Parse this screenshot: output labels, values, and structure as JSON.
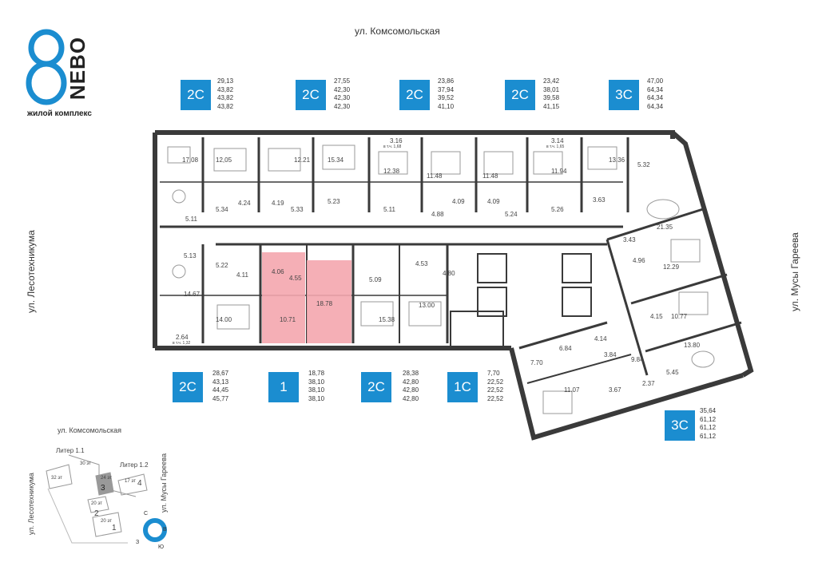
{
  "brand": {
    "logo_number": "8",
    "logo_name": "NEBO",
    "subtitle": "жилой комплекс"
  },
  "streets": {
    "top": "ул. Комсомольская",
    "left": "ул. Лесотехникума",
    "right": "ул. Мусы Гареева"
  },
  "apartments_top": [
    {
      "type": "2С",
      "areas": [
        "29,13",
        "43,82",
        "43,82",
        "43,82"
      ]
    },
    {
      "type": "2С",
      "areas": [
        "27,55",
        "42,30",
        "42,30",
        "42,30"
      ]
    },
    {
      "type": "2С",
      "areas": [
        "23,86",
        "37,94",
        "39,52",
        "41,10"
      ]
    },
    {
      "type": "2С",
      "areas": [
        "23,42",
        "38,01",
        "39,58",
        "41,15"
      ]
    },
    {
      "type": "3С",
      "areas": [
        "47,00",
        "64,34",
        "64,34",
        "64,34"
      ]
    }
  ],
  "apartments_bottom": [
    {
      "type": "2С",
      "areas": [
        "28,67",
        "43,13",
        "44,45",
        "45,77"
      ]
    },
    {
      "type": "1",
      "areas": [
        "18,78",
        "38,10",
        "38,10",
        "38,10"
      ]
    },
    {
      "type": "2С",
      "areas": [
        "28,38",
        "42,80",
        "42,80",
        "42,80"
      ]
    },
    {
      "type": "1С",
      "areas": [
        "7,70",
        "22,52",
        "22,52",
        "22,52"
      ]
    }
  ],
  "apartment_right": {
    "type": "3С",
    "areas": [
      "35,64",
      "61,12",
      "61,12",
      "61,12"
    ]
  },
  "room_labels": {
    "r1": "17.08",
    "r2": "12,05",
    "r3": "12.21",
    "r4": "15.34",
    "r5": "3.16",
    "r5b": "в т.ч. 1,68",
    "r6": "12.38",
    "r7": "11.48",
    "r8": "11.48",
    "r9": "3.14",
    "r9b": "в т.ч. 1,65",
    "r10": "11.94",
    "r11": "13.36",
    "r12": "5.32",
    "r13": "4.24",
    "r14": "4.19",
    "r15": "5.23",
    "r16": "5.11",
    "r17": "5.34",
    "r18": "5.33",
    "r19": "5.11",
    "r20": "4.88",
    "r21": "4.09",
    "r22": "4.09",
    "r23": "5.24",
    "r24": "5.26",
    "r25": "3.63",
    "r26": "21.35",
    "r27": "3.43",
    "r28": "5.13",
    "r29": "5.22",
    "r30": "4.06",
    "r31": "4.55",
    "r32": "4.11",
    "r33": "14.67",
    "r34": "14.00",
    "r35": "10.71",
    "r36": "18.78",
    "r37": "5.09",
    "r38": "4.53",
    "r39": "4.80",
    "r40": "15.38",
    "r41": "13.00",
    "r42": "2.64",
    "r42b": "в т.ч. 1,32",
    "r43": "4.96",
    "r44": "12.29",
    "r45": "4.15",
    "r46": "10.77",
    "r47": "13.80",
    "r48": "6.84",
    "r49": "4.14",
    "r50": "3.84",
    "r51": "9.84",
    "r52": "7.70",
    "r53": "5.45",
    "r54": "11.07",
    "r55": "3.67",
    "r56": "2.37"
  },
  "mini_map": {
    "street_top": "ул. Комсомольская",
    "street_left": "ул. Лесотехникума",
    "street_right": "ул. Мусы Гареева",
    "liter1": "Литер 1.1",
    "liter2": "Литер 1.2",
    "floors_30": "30 эт",
    "floors_32": "32 эт",
    "floors_24": "24 эт",
    "floors_17": "17 эт",
    "floors_20a": "20 эт",
    "floors_20b": "20 эт",
    "sec1": "1",
    "sec2": "2",
    "sec3": "3",
    "sec4": "4"
  },
  "compass": {
    "n": "С",
    "e": "В",
    "s": "Ю",
    "w": "З"
  },
  "colors": {
    "accent": "#1b8dd0",
    "highlight": "#f4a6ae",
    "wall": "#3a3a3a"
  }
}
